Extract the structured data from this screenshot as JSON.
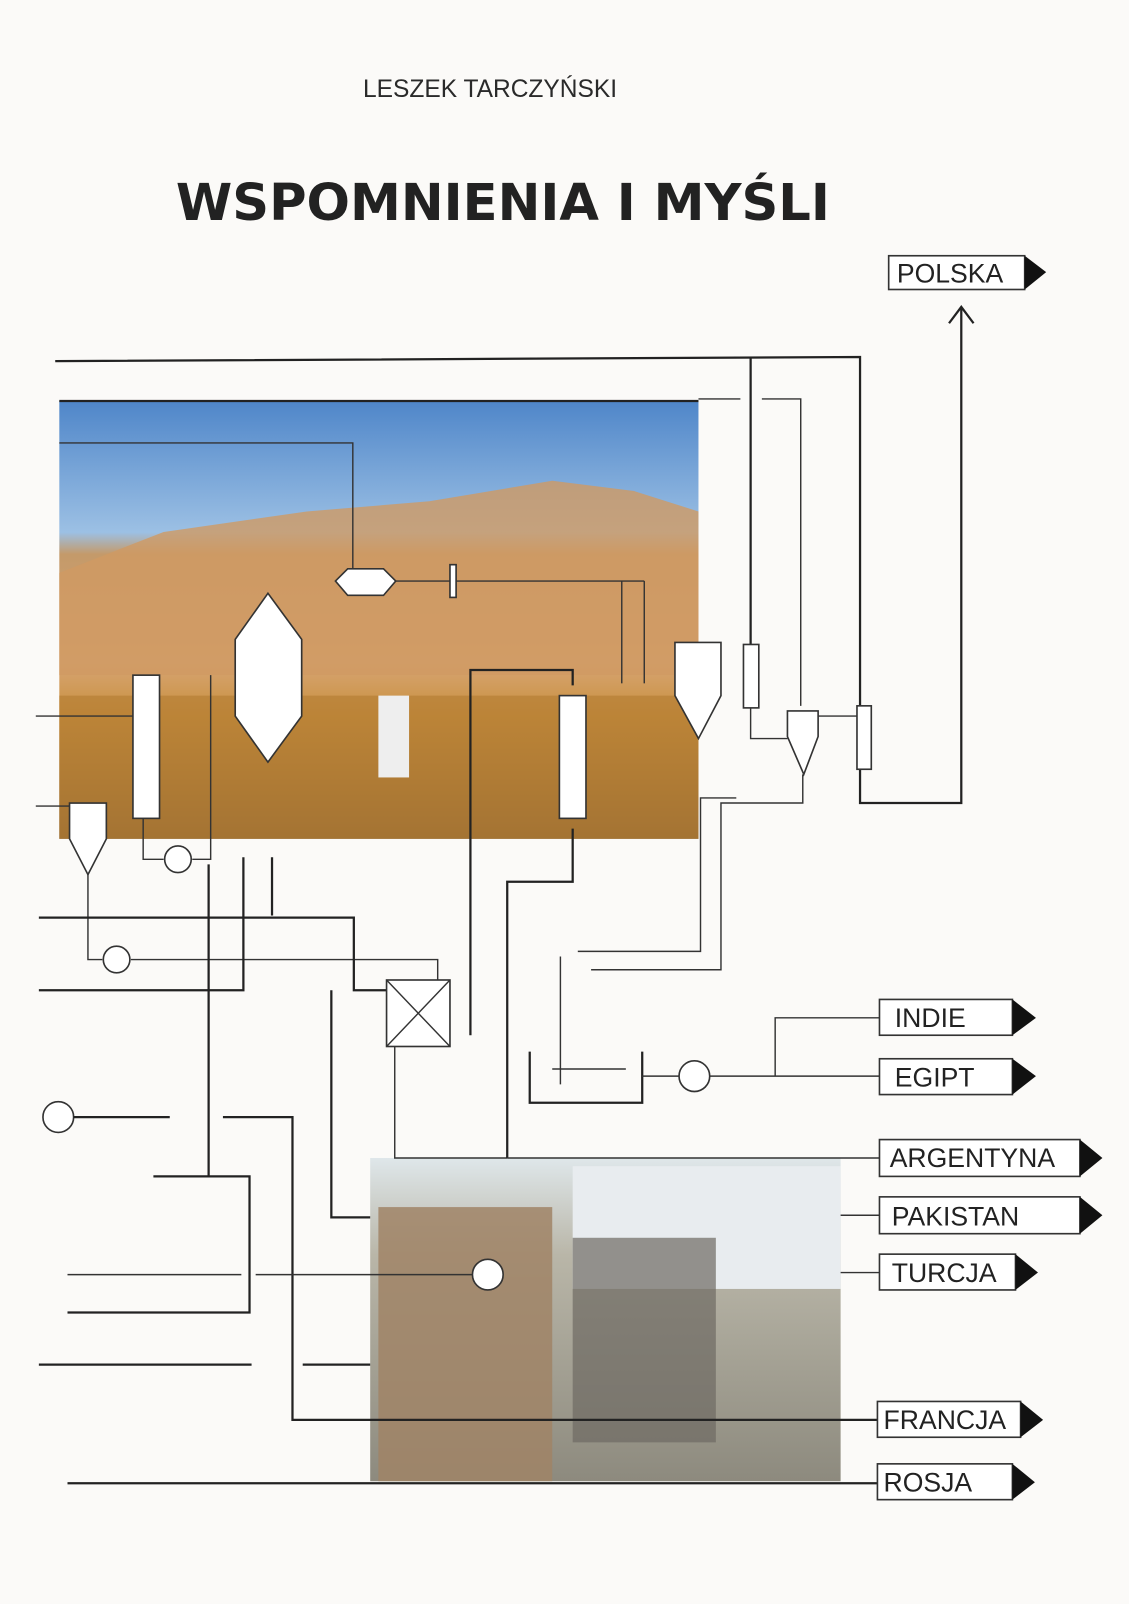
{
  "cover": {
    "author": "LESZEK TARCZYŃSKI",
    "title": "WSPOMNIENIA I MYŚLI"
  },
  "destinations": [
    {
      "label": "POLSKA"
    },
    {
      "label": "INDIE"
    },
    {
      "label": "EGIPT"
    },
    {
      "label": "ARGENTYNA"
    },
    {
      "label": "PAKISTAN"
    },
    {
      "label": "TURCJA"
    },
    {
      "label": "FRANCJA"
    },
    {
      "label": "ROSJA"
    }
  ]
}
